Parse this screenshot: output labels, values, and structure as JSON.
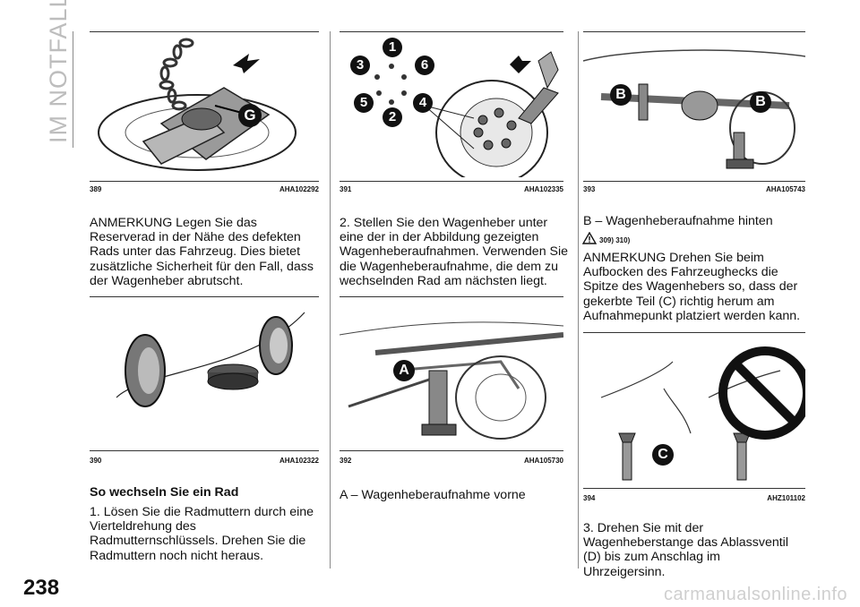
{
  "sidebar": {
    "section_title": "IM NOTFALL"
  },
  "page": {
    "number": "238",
    "watermark": "carmanualsonline.info"
  },
  "figures": [
    {
      "num": "389",
      "code": "AHA102292",
      "labels": [
        "G"
      ]
    },
    {
      "num": "390",
      "code": "AHA102322",
      "labels": []
    },
    {
      "num": "391",
      "code": "AHA102335",
      "labels": [
        "1",
        "6",
        "3",
        "5",
        "4",
        "2"
      ]
    },
    {
      "num": "392",
      "code": "AHA105730",
      "labels": [
        "A"
      ]
    },
    {
      "num": "393",
      "code": "AHA105743",
      "labels": [
        "B",
        "B"
      ]
    },
    {
      "num": "394",
      "code": "AHZ101102",
      "labels": [
        "C"
      ]
    }
  ],
  "col1": {
    "p1": "ANMERKUNG  Legen Sie das Reserverad in der Nähe des defekten Rads unter das Fahrzeug. Dies bietet zusätzliche Sicherheit für den Fall, dass der Wagenheber abrutscht.",
    "heading": "So wechseln Sie ein Rad",
    "p2": "1. Lösen Sie die Radmuttern durch eine Vierteldrehung des Radmutternschlüssels. Drehen Sie die Radmuttern noch nicht heraus."
  },
  "col2": {
    "p1": "2. Stellen Sie den Wagenheber unter eine der in der Abbildung gezeigten Wagenheberaufnahmen. Verwenden Sie die Wagenheberaufnahme, die dem zu wechselnden Rad am nächsten liegt.",
    "p2": "A – Wagenheberaufnahme vorne"
  },
  "col3": {
    "p1": "B – Wagenheberaufnahme hinten",
    "refs": "309) 310)",
    "p2": "ANMERKUNG  Drehen Sie beim Aufbocken des Fahrzeughecks die Spitze des Wagenhebers so, dass der gekerbte Teil (C) richtig herum am Aufnahmepunkt platziert werden kann.",
    "p3": "3. Drehen Sie mit der Wagenheberstange das Ablassventil (D) bis zum Anschlag im Uhrzeigersinn."
  }
}
